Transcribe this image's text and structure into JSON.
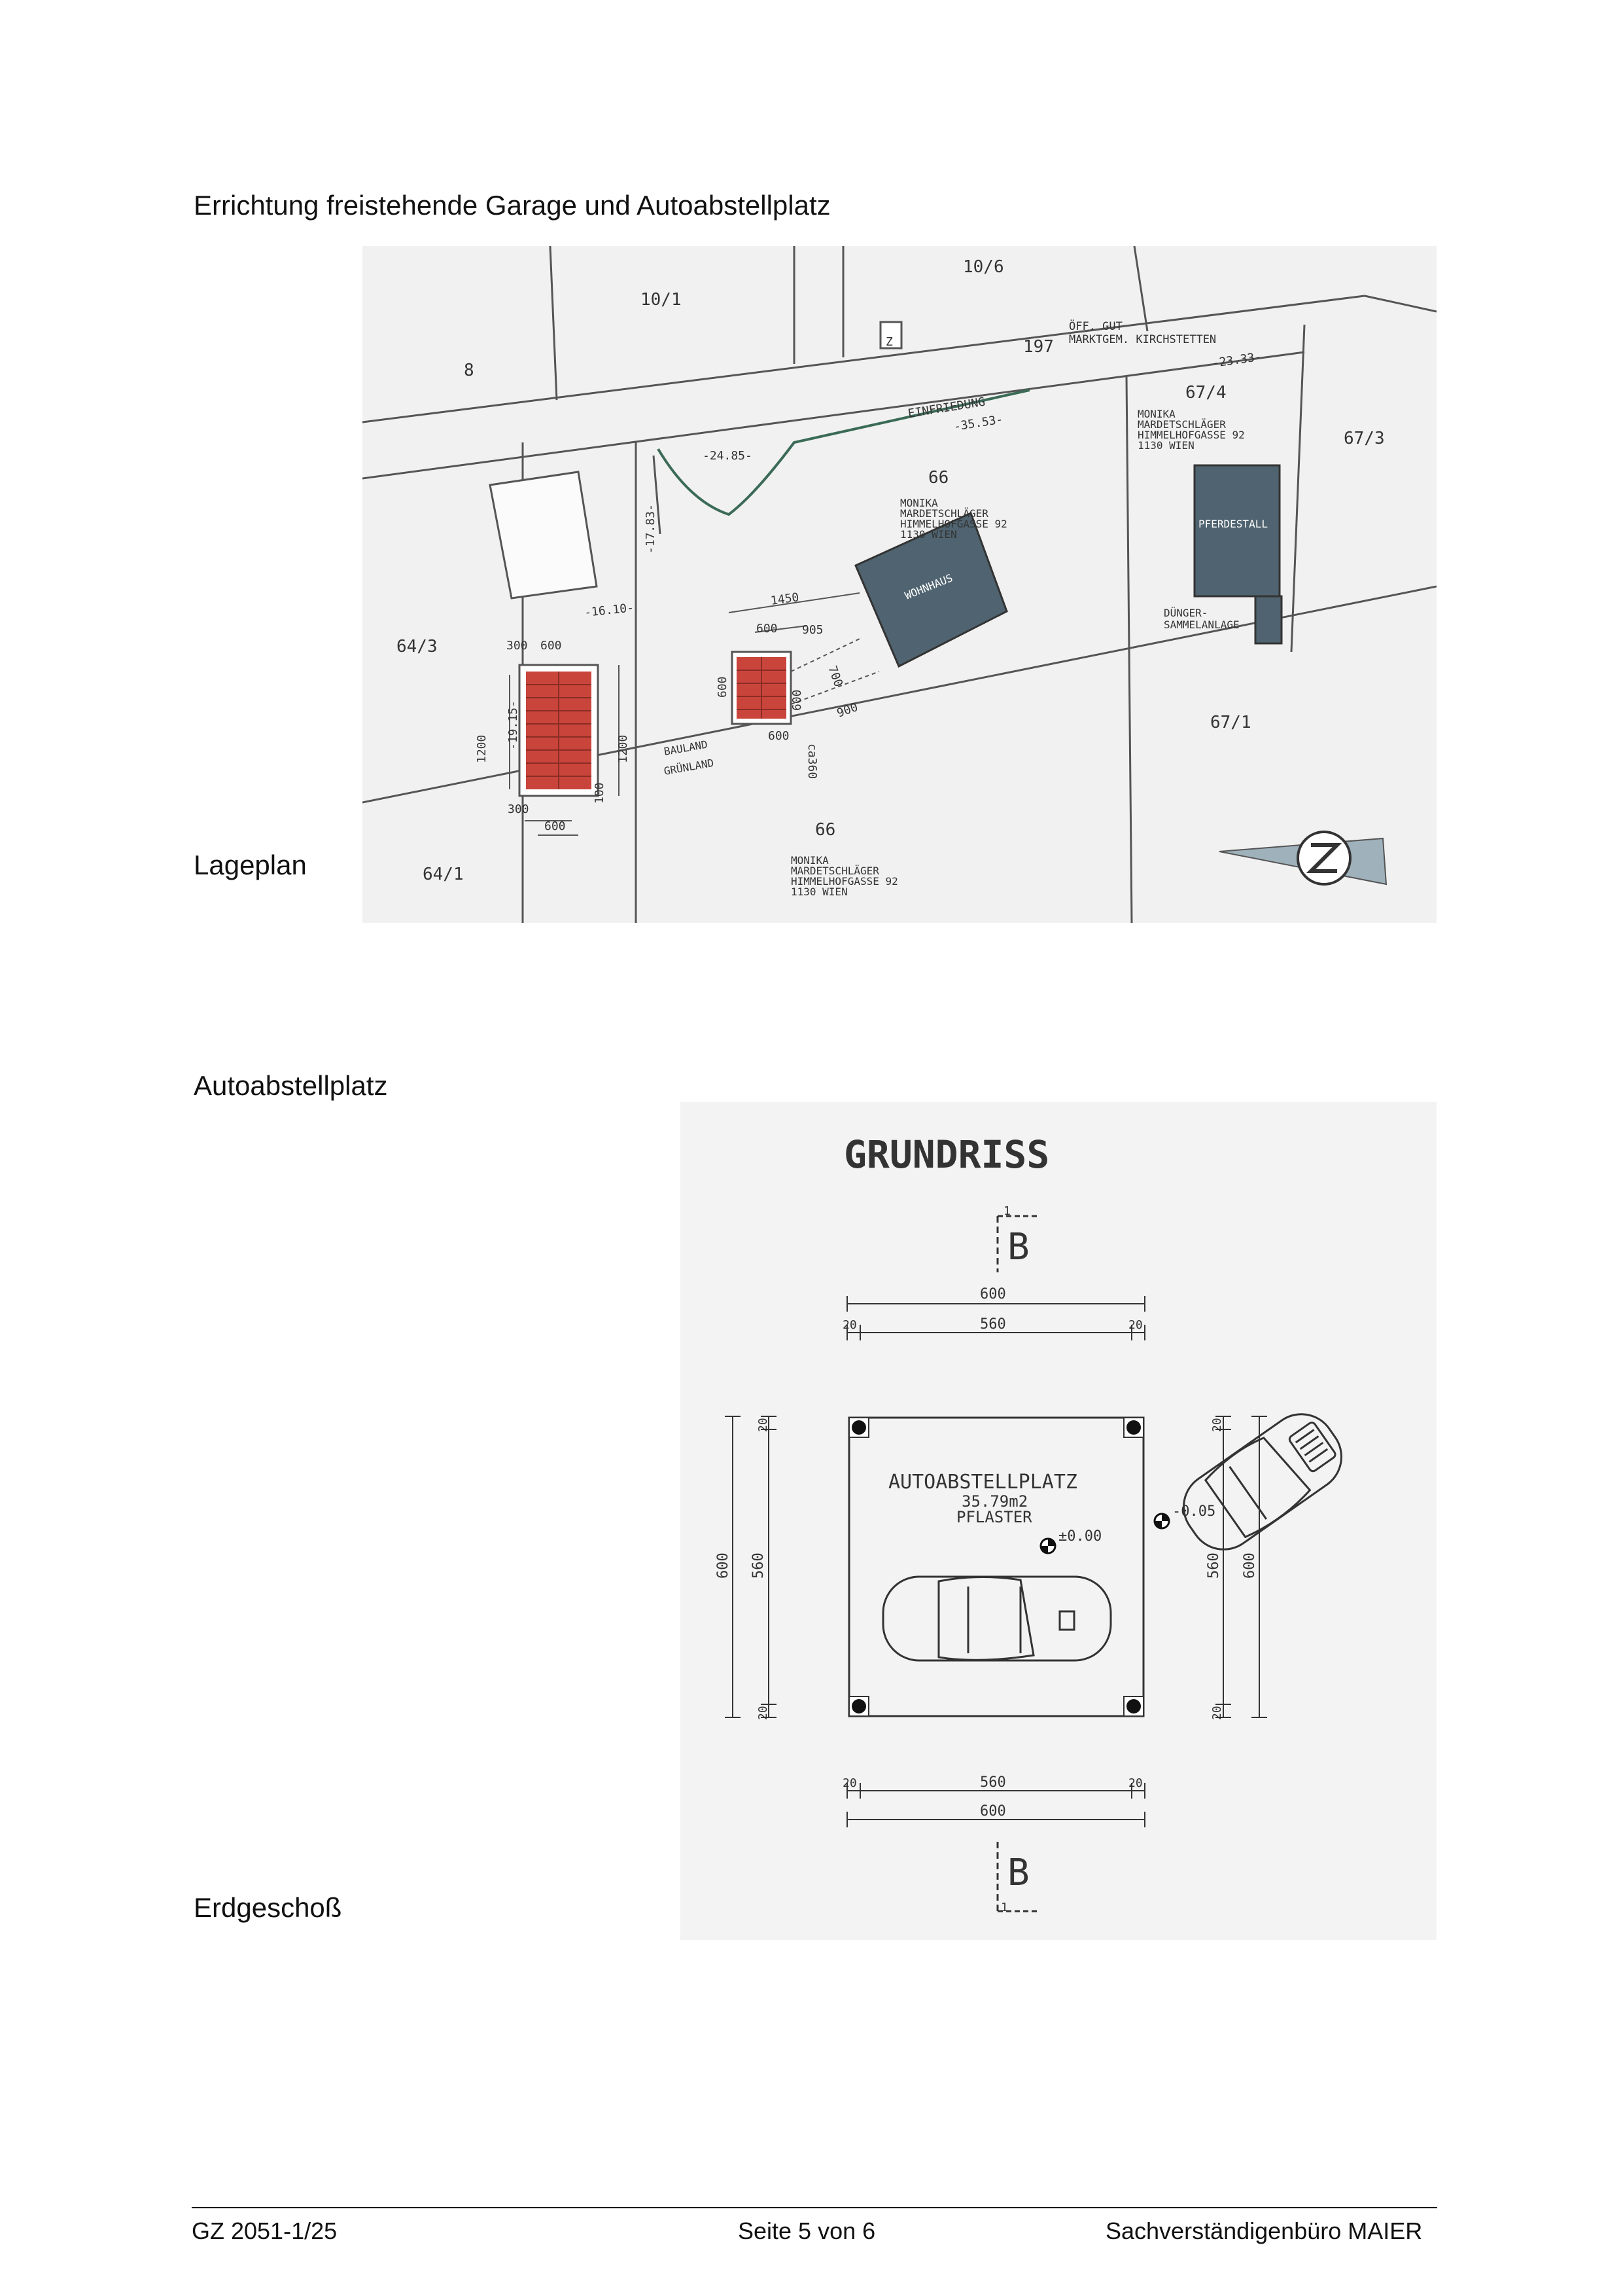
{
  "doc": {
    "title": "Errichtung freistehende Garage und Autoabstellplatz",
    "label_lageplan": "Lageplan",
    "label_autoabstellplatz": "Autoabstellplatz",
    "label_erdgeschoss": "Erdgeschoß"
  },
  "lageplan": {
    "parcels": [
      "10/1",
      "10/6",
      "8",
      "197",
      "67/4",
      "67/3",
      "66",
      "64/3",
      "67/1",
      "66",
      "64/1"
    ],
    "road_label": [
      "ÖFF. GUT",
      "MARKTGEM. KIRCHSTETTEN"
    ],
    "fence": "EINFRIEDUNG",
    "owner": [
      "MONIKA",
      "MARDETSCHLÄGER",
      "HIMMELHOFGASSE 92",
      "1130 WIEN"
    ],
    "buildings": {
      "wohnhaus": "WOHNHAUS",
      "pferdestall": "PFERDESTALL",
      "duenger": [
        "DÜNGER-",
        "SAMMELANLAGE"
      ]
    },
    "zones": [
      "BAULAND",
      "GRÜNLAND"
    ],
    "dims": {
      "d2333": "-23.33-",
      "d3553": "-35.53-",
      "d2485": "-24.85-",
      "d1783": "-17.83-",
      "d1610": "-16.10-",
      "d1915": "-19.15-",
      "d1450": "1450",
      "d600": "600",
      "d300": "300",
      "d1200": "1200",
      "d905": "905",
      "d700": "700",
      "d900": "900",
      "d100": "100",
      "dca360": "ca360"
    },
    "small_z": "Z"
  },
  "grundriss": {
    "title": "GRUNDRISS",
    "section": "B",
    "section_num": "1",
    "dims": {
      "d600": "600",
      "d560": "560",
      "d20": "20"
    },
    "room": {
      "name": "AUTOABSTELLPLATZ",
      "area": "35.79m2",
      "material": "PFLASTER"
    },
    "levels": {
      "inside": "±0.00",
      "outside": "-0.05"
    }
  },
  "footer": {
    "left": "GZ 2051-1/25",
    "center": "Seite 5 von 6",
    "right": "Sachverständigenbüro MAIER"
  }
}
